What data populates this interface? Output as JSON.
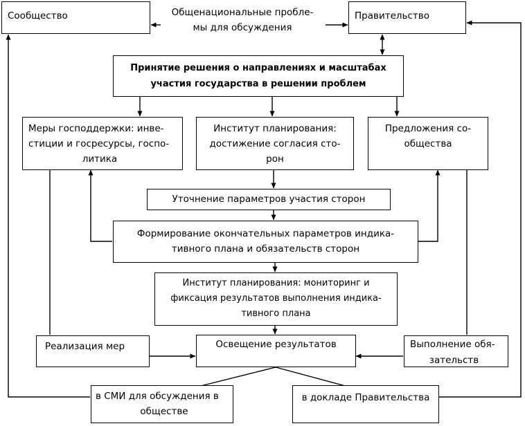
{
  "nodes": {
    "community": {
      "lines": [
        "Сообщество"
      ]
    },
    "government": {
      "lines": [
        "Правительство"
      ]
    },
    "national_problems": {
      "lines": [
        "Общенациональные пробле-",
        "мы для обсуждения"
      ]
    },
    "decision": {
      "lines": [
        "Принятие решения о направлениях и масштабах",
        "участия государства в решении проблем"
      ]
    },
    "support": {
      "lines": [
        "Меры господдержки: инве-",
        "стиции и госресурсы, госпо-",
        "литика"
      ]
    },
    "planning_agreement": {
      "lines": [
        "Институт планирования:",
        "достижение согласия сто-",
        "рон"
      ]
    },
    "proposals": {
      "lines": [
        "Предложения со-",
        "общества"
      ]
    },
    "clarify": {
      "lines": [
        "Уточнение параметров участия сторон"
      ]
    },
    "final_params": {
      "lines": [
        "Формирование окончательных параметров индика-",
        "тивного плана и обязательств сторон"
      ]
    },
    "monitoring": {
      "lines": [
        "Институт планирования: мониторинг и",
        "фиксация результатов выполнения индика-",
        "тивного плана"
      ]
    },
    "implementation": {
      "lines": [
        "Реализация мер"
      ]
    },
    "coverage": {
      "lines": [
        "Освещение результатов"
      ]
    },
    "obligations": {
      "lines": [
        "Выполнение обя-",
        "зательств"
      ]
    },
    "media": {
      "lines": [
        "в СМИ для обсуждения в",
        "обществе"
      ]
    },
    "gov_report": {
      "lines": [
        "в докладе Правительства"
      ]
    }
  }
}
